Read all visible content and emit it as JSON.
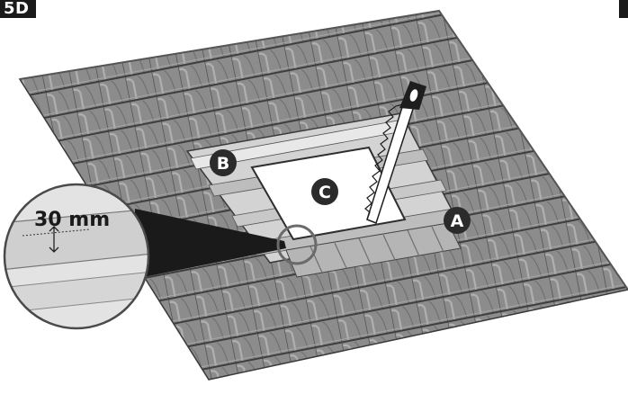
{
  "step": {
    "label": "5D"
  },
  "callouts": {
    "a": "A",
    "b": "B",
    "c": "C"
  },
  "dimension": {
    "label": "30 mm"
  },
  "colors": {
    "tile": "#8a8a8a",
    "tile_dark": "#5c5c5c",
    "tile_light": "#a3a3a3",
    "frame": "#d9d9d9",
    "outline": "#3a3a3a",
    "callout": "#2b2b2b"
  }
}
